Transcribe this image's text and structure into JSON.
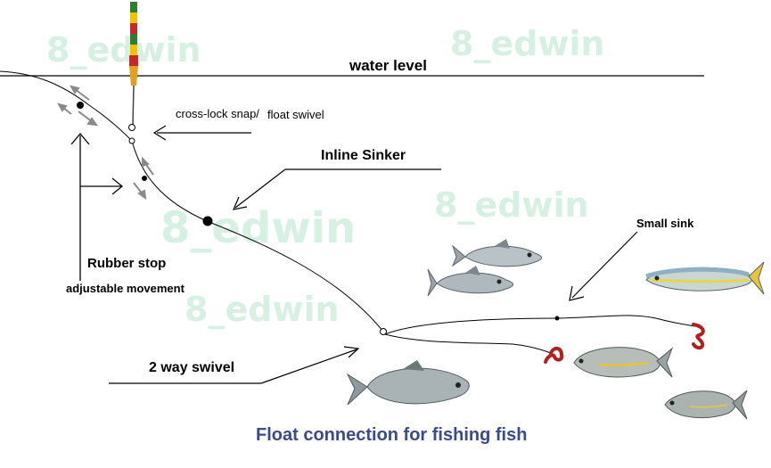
{
  "watermarks": [
    "8_edwin",
    "8_edwin",
    "8_edwin",
    "8_edwin",
    "8_edwin"
  ],
  "labels": {
    "water_level": "water level",
    "snap": "cross-lock snap/",
    "float_swivel": "float swivel",
    "inline_sinker": "Inline Sinker",
    "small_sink": "Small sink",
    "rubber_stop": "Rubber stop",
    "adjustable": "adjustable movement",
    "two_way_swivel": "2 way swivel",
    "caption": "Float connection for fishing fish"
  },
  "colors": {
    "caption": "#3b4a8c",
    "watermark": "#cfeedd",
    "hook": "#b0201c",
    "arrow_small": "#8a8a8a",
    "float_stripes": [
      "#2e7d32",
      "#f2c200",
      "#c62828",
      "#2e7d32",
      "#f2c200",
      "#c62828"
    ]
  }
}
